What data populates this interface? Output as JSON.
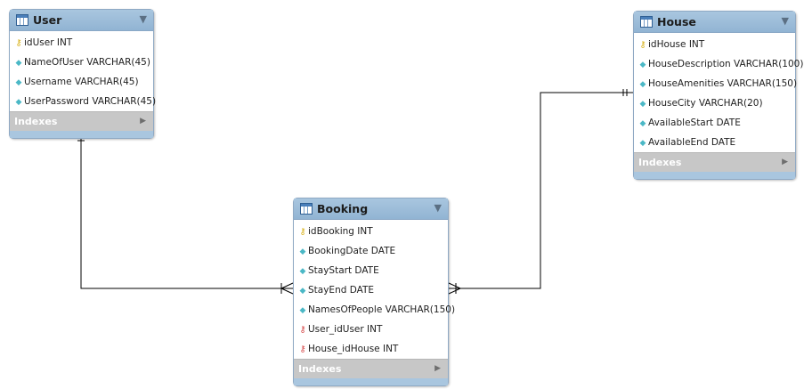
{
  "tables": {
    "user": {
      "title": "User",
      "columns": [
        {
          "name": "idUser INT",
          "kind": "primary-key"
        },
        {
          "name": "NameOfUser VARCHAR(45)",
          "kind": "column"
        },
        {
          "name": "Username VARCHAR(45)",
          "kind": "column"
        },
        {
          "name": "UserPassword VARCHAR(45)",
          "kind": "column"
        }
      ],
      "indexes_label": "Indexes"
    },
    "house": {
      "title": "House",
      "columns": [
        {
          "name": "idHouse INT",
          "kind": "primary-key"
        },
        {
          "name": "HouseDescription VARCHAR(100)",
          "kind": "column"
        },
        {
          "name": "HouseAmenities VARCHAR(150)",
          "kind": "column"
        },
        {
          "name": "HouseCity VARCHAR(20)",
          "kind": "column"
        },
        {
          "name": "AvailableStart DATE",
          "kind": "column"
        },
        {
          "name": "AvailableEnd DATE",
          "kind": "column"
        }
      ],
      "indexes_label": "Indexes"
    },
    "booking": {
      "title": "Booking",
      "columns": [
        {
          "name": "idBooking INT",
          "kind": "primary-key"
        },
        {
          "name": "BookingDate DATE",
          "kind": "column"
        },
        {
          "name": "StayStart DATE",
          "kind": "column"
        },
        {
          "name": "StayEnd DATE",
          "kind": "column"
        },
        {
          "name": "NamesOfPeople VARCHAR(150)",
          "kind": "column"
        },
        {
          "name": "User_idUser INT",
          "kind": "foreign-key"
        },
        {
          "name": "House_idHouse INT",
          "kind": "foreign-key"
        }
      ],
      "indexes_label": "Indexes"
    }
  },
  "relationships": [
    {
      "from": "user",
      "to": "booking",
      "from_end": "one-and-only-one",
      "to_end": "zero-or-many"
    },
    {
      "from": "house",
      "to": "booking",
      "from_end": "one-and-only-one",
      "to_end": "one-or-many"
    }
  ],
  "colors": {
    "header": "#a9c6df",
    "indexes_bar": "#c7c7c7",
    "key_icon": "#d9b21b",
    "column_icon": "#4bb8c6",
    "foreign_key_icon": "#d64a4a",
    "connector": "#000000"
  }
}
